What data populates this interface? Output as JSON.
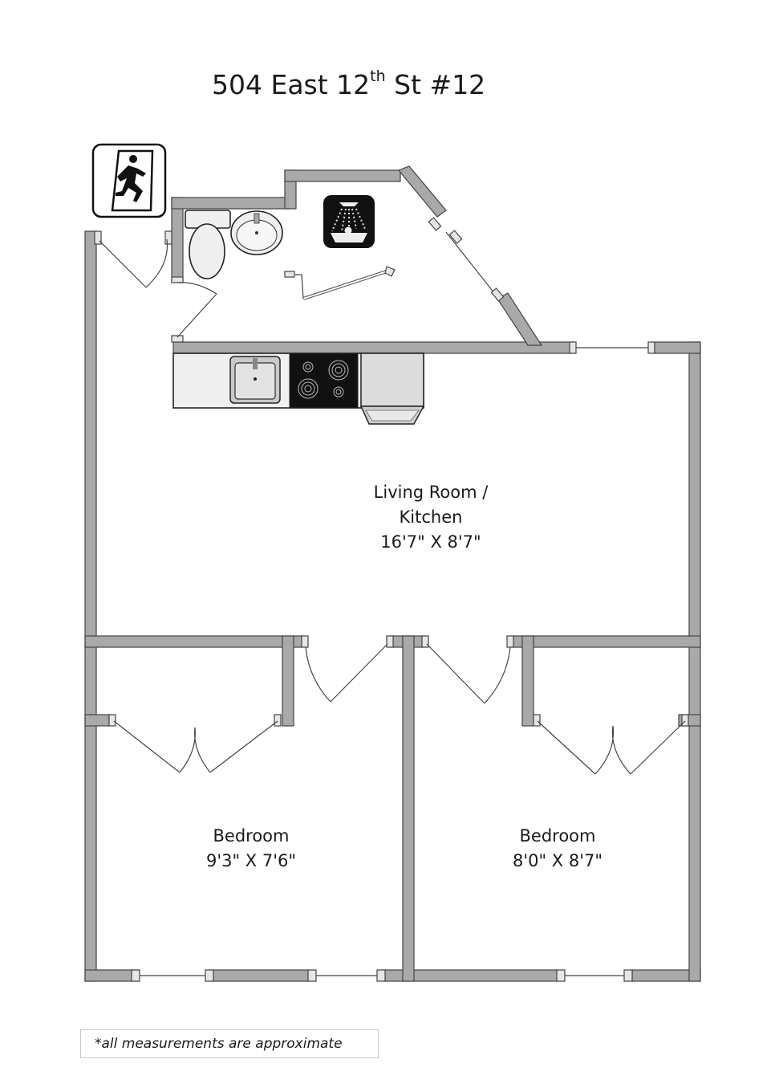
{
  "title": {
    "main": "504 East 12",
    "sup": "th",
    "tail": " St #12"
  },
  "rooms": {
    "living": {
      "line1": "Living Room /",
      "line2": "Kitchen",
      "dims": "16'7\" X 8'7\""
    },
    "bedroom_left": {
      "name": "Bedroom",
      "dims": "9'3\" X 7'6\""
    },
    "bedroom_right": {
      "name": "Bedroom",
      "dims": "8'0\" X 8'7\""
    }
  },
  "note": "*all measurements are approximate",
  "icons": [
    "emergency-exit-icon",
    "shower-bath-icon"
  ],
  "colors": {
    "wall": "#a9a9a9",
    "outline": "#444444",
    "counter": "#efefef",
    "cooktop": "#111111"
  }
}
